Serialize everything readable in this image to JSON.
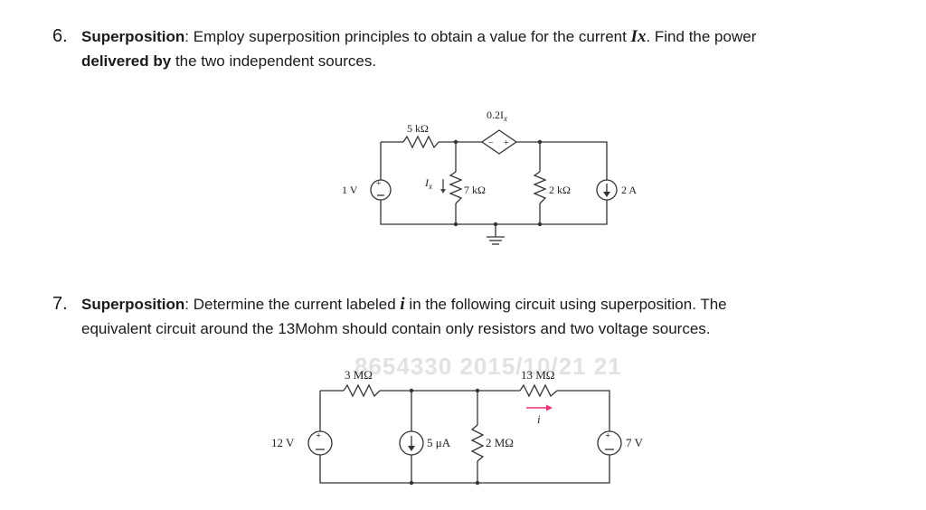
{
  "problem6": {
    "number": "6.",
    "title": "Superposition",
    "text_a": ": Employ superposition principles to obtain a value for the current ",
    "var": "Ix",
    "text_b": ". Find the power",
    "bold2": "delivered by",
    "text_c": " the two independent sources.",
    "circuit": {
      "r1": "5 kΩ",
      "dep_source": "0.2I",
      "dep_sub": "x",
      "v1": "1 V",
      "ix_label": "I",
      "ix_sub": "x",
      "r2": "7 kΩ",
      "r3": "2 kΩ",
      "i1": "2 A"
    }
  },
  "problem7": {
    "number": "7.",
    "title": "Superposition",
    "text_a": ": Determine the current labeled ",
    "var": "i",
    "text_b": " in the following circuit using superposition. The",
    "line2": "equivalent circuit around the 13Mohm should contain only resistors and two voltage sources.",
    "circuit": {
      "r1": "3 MΩ",
      "r2": "13 MΩ",
      "v1": "12 V",
      "i1": "5 μA",
      "r3": "2 MΩ",
      "i_label": "i",
      "v2": "7 V"
    }
  },
  "watermark": "8654330 2015/10/21 21",
  "colors": {
    "accent_arrow": "#e8327a",
    "text": "#1a1a1a",
    "watermark": "#e2e2e2"
  }
}
